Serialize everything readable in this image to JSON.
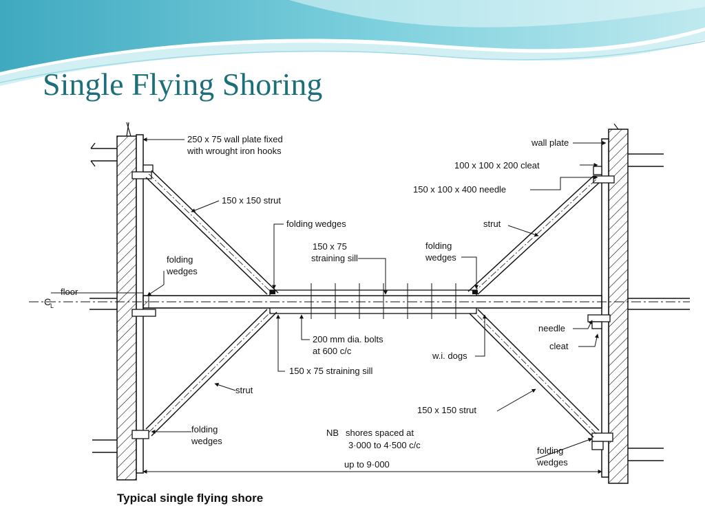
{
  "slide": {
    "title": "Single Flying Shoring"
  },
  "diagram": {
    "caption": "Typical single flying shore",
    "labels": {
      "wall_plate_left_1": "250 x 75 wall plate fixed",
      "wall_plate_left_2": "with wrought iron hooks",
      "wall_plate_right": "wall plate",
      "cleat_top": "100 x 100 x 200 cleat",
      "needle_top": "150 x 100 x 400 needle",
      "strut_top_left": "150 x 150 strut",
      "folding_wedges_center": "folding wedges",
      "straining_sill_1": "150 x 75",
      "straining_sill_2": "straining sill",
      "strut_top_right": "strut",
      "folding_right_1": "folding",
      "folding_right_2": "wedges",
      "folding_left_1": "folding",
      "folding_left_2": "wedges",
      "floor": "floor",
      "centerline": "C",
      "centerline_sub": "L",
      "bolts_1": "200 mm dia. bolts",
      "bolts_2": "at 600 c/c",
      "wi_dogs": "w.i. dogs",
      "needle_bottom": "needle",
      "cleat_bottom": "cleat",
      "lower_sill": "150 x 75 straining sill",
      "strut_bottom_left": "strut",
      "strut_bottom_right": "150 x 150 strut",
      "folding_bl_1": "folding",
      "folding_bl_2": "wedges",
      "nb": "NB",
      "nb_1": "shores spaced at",
      "nb_2": "3·000 to 4·500 c/c",
      "span": "up to 9·000",
      "folding_br_1": "folding",
      "folding_br_2": "wedges"
    }
  },
  "colors": {
    "title": "#1c6f78",
    "banner_light": "#bfe9ef",
    "banner_mid": "#7fd1de",
    "banner_dark": "#3fa9c0",
    "ink": "#111111"
  }
}
